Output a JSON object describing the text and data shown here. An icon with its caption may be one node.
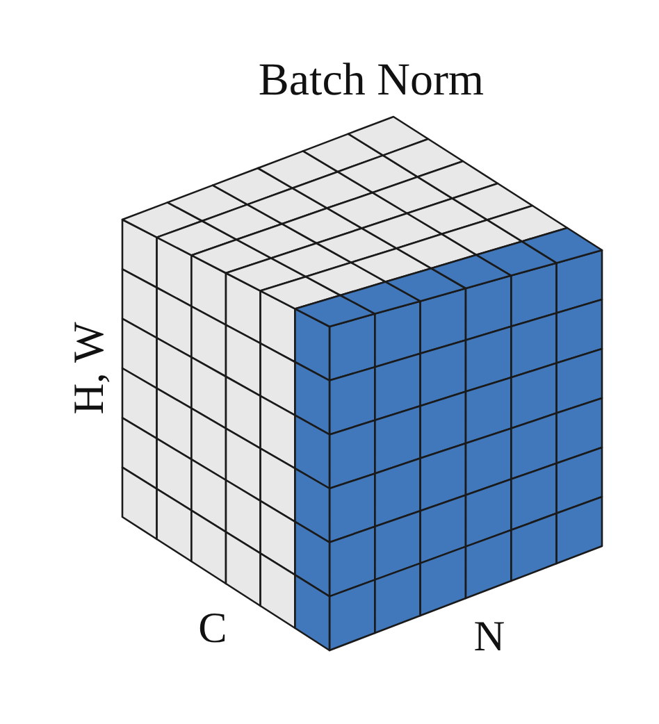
{
  "diagram": {
    "title": "Batch Norm",
    "labels": [
      "H, W",
      "C",
      "N"
    ]
  }
}
